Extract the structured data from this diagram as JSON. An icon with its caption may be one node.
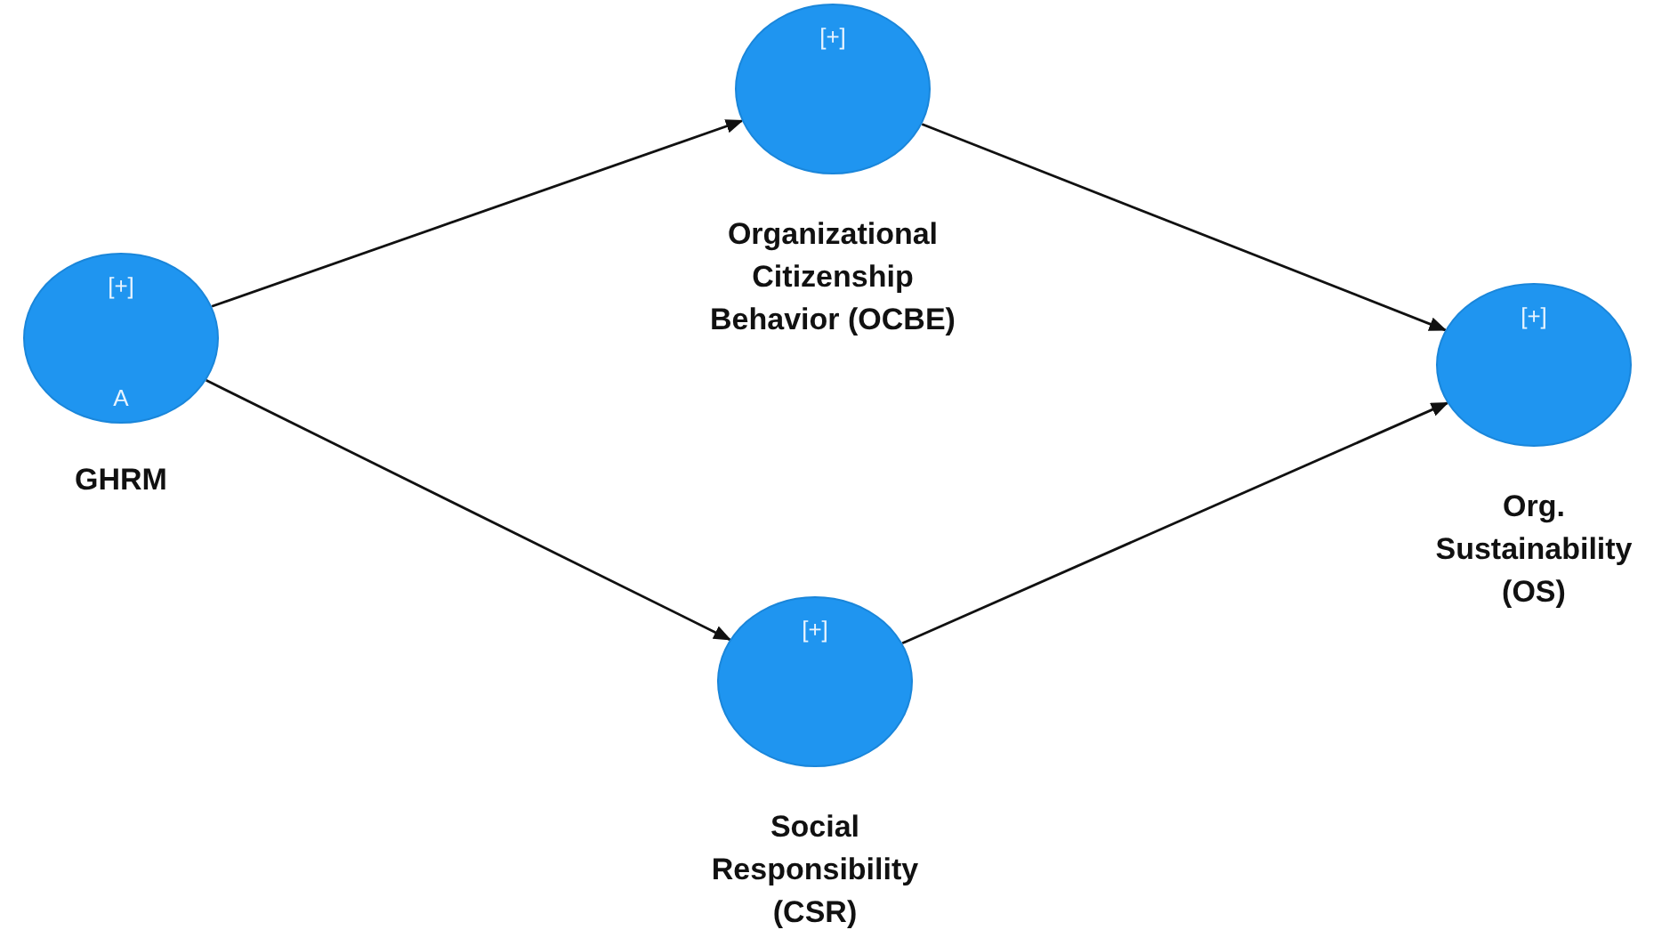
{
  "diagram": {
    "nodes": [
      {
        "text": [
          "[+]",
          "A",
          "GHRM"
        ]
      },
      {
        "text": [
          "[+]",
          "Organizational Citizenship Behavior (OCBE)"
        ]
      },
      {
        "text": [
          "[+]",
          "Org. Sustainability (OS)"
        ]
      },
      {
        "text": [
          "[+]",
          "Social Responsibility (CSR)"
        ]
      }
    ],
    "edges": [
      {
        "from": 0,
        "to": 1,
        "arrow": "to"
      },
      {
        "from": 0,
        "to": 3,
        "arrow": "to"
      },
      {
        "from": 1,
        "to": 2,
        "arrow": "to"
      },
      {
        "from": 3,
        "to": 2,
        "arrow": "to"
      }
    ]
  }
}
